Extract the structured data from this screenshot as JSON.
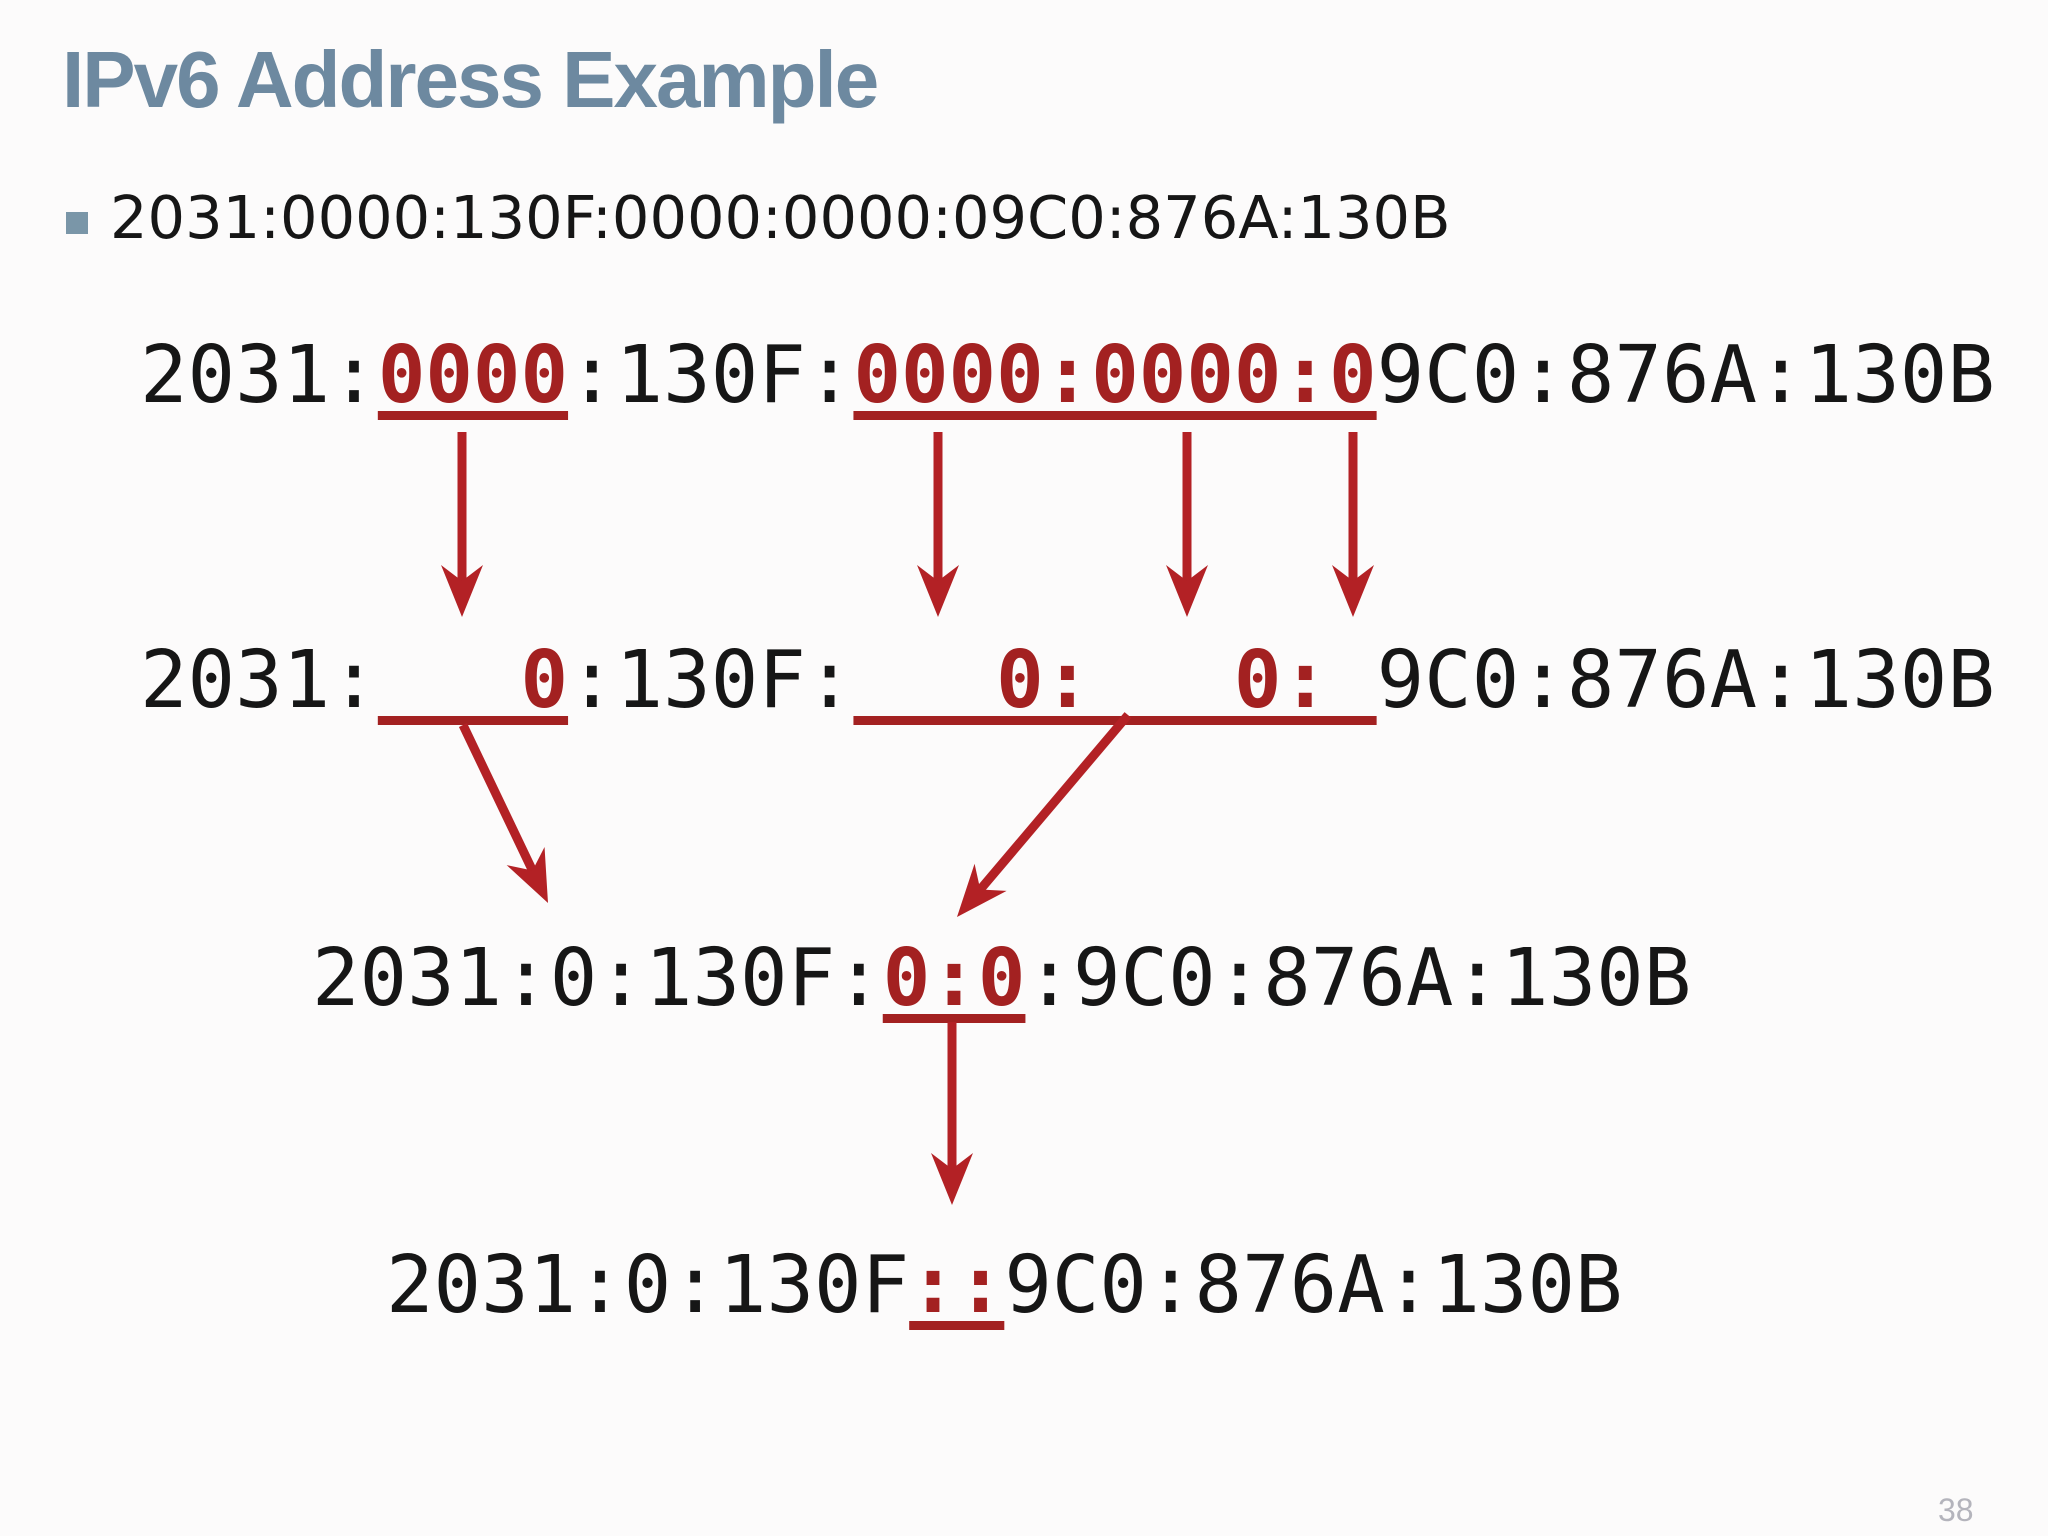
{
  "title": "IPv6 Address Example",
  "bullet": {
    "text": "2031:0000:130F:0000:0000:09C0:876A:130B"
  },
  "address_lines": {
    "line1": {
      "segments": [
        {
          "text": "2031:",
          "highlight": false
        },
        {
          "text": "0000",
          "highlight": true
        },
        {
          "text": ":130F:",
          "highlight": false
        },
        {
          "text": "0000:0000:0",
          "highlight": true
        },
        {
          "text": "9C0:876A:130B",
          "highlight": false
        }
      ]
    },
    "line2": {
      "segments": [
        {
          "text": "2031:",
          "highlight": false
        },
        {
          "text": "   0",
          "highlight": true
        },
        {
          "text": ":130F:",
          "highlight": false
        },
        {
          "text": "   0:   0: ",
          "highlight": true
        },
        {
          "text": "9C0:876A:130B",
          "highlight": false
        }
      ]
    },
    "line3": {
      "segments": [
        {
          "text": "2031:0:130F:",
          "highlight": false
        },
        {
          "text": "0:0",
          "highlight": true
        },
        {
          "text": ":9C0:876A:130B",
          "highlight": false
        }
      ]
    },
    "line4": {
      "segments": [
        {
          "text": "2031:0:130F",
          "highlight": false
        },
        {
          "text": "::",
          "highlight": true
        },
        {
          "text": "9C0:876A:130B",
          "highlight": false
        }
      ]
    }
  },
  "page_number": "38",
  "icons": {
    "bullet": "square-bullet-icon",
    "arrow": "red-down-arrow-icon"
  },
  "colors": {
    "accent_red": "#A32121",
    "arrow_red": "#B32125",
    "title_blue": "#6D89A0",
    "bullet_blue": "#7A96A8",
    "page_number_gray": "#B4B4BC"
  }
}
